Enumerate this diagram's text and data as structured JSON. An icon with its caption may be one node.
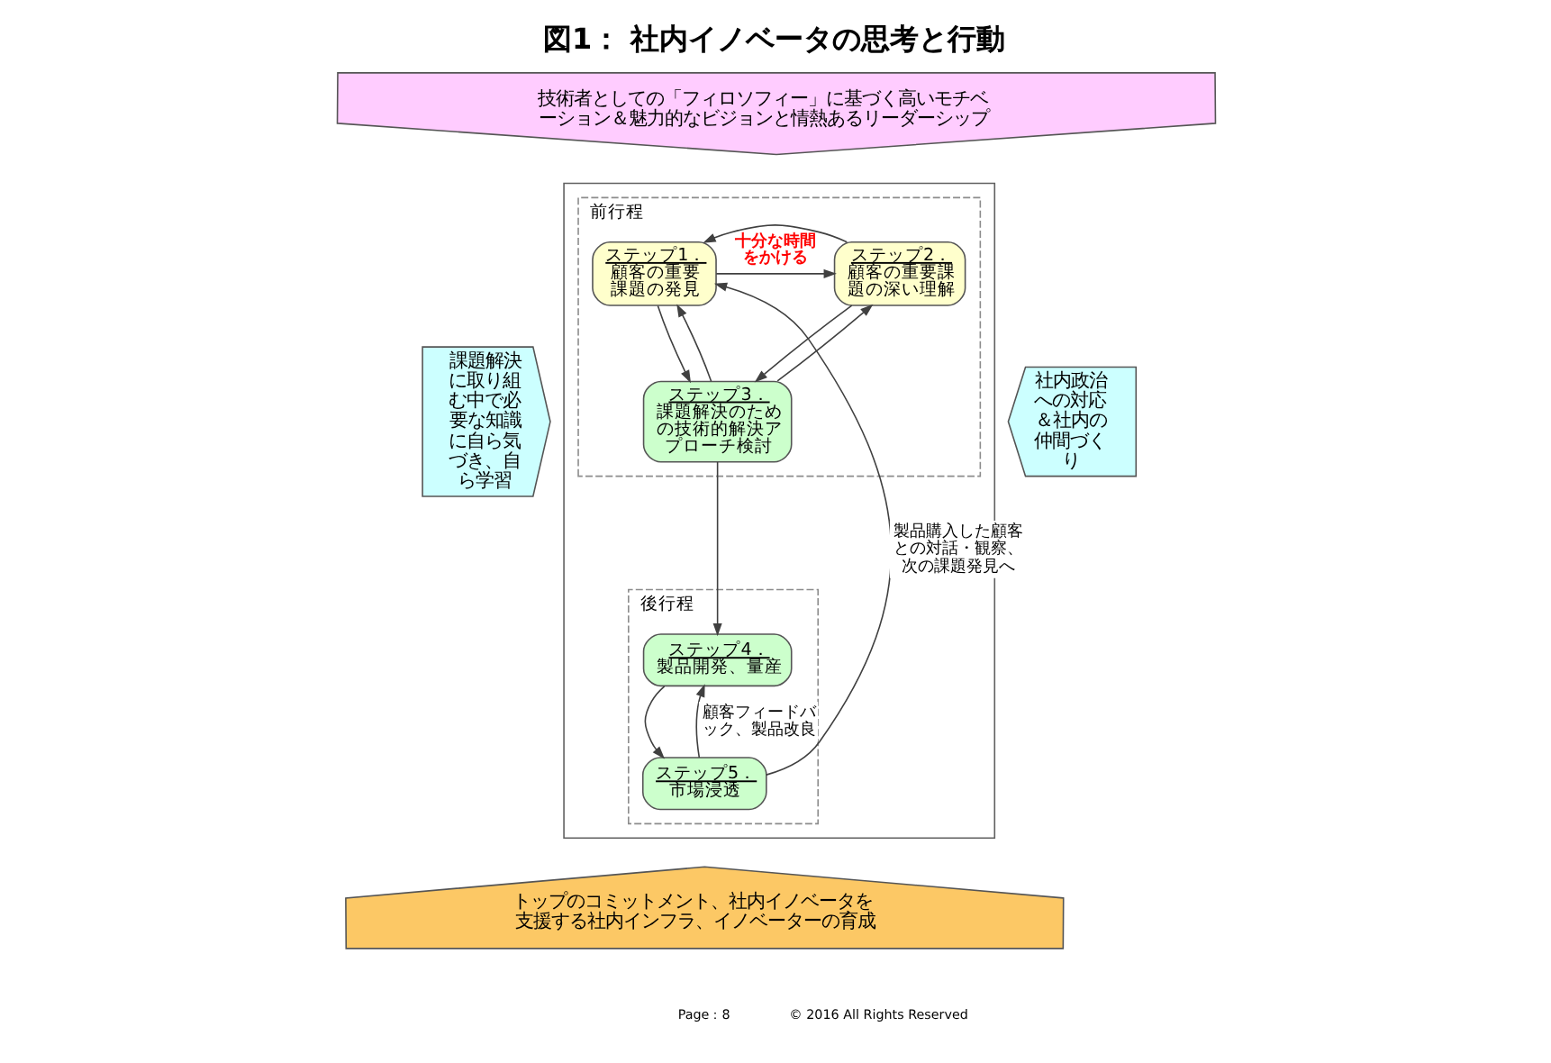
{
  "diagram": {
    "title": "図1： 社内イノベータの思考と行動",
    "nodes": [
      {
        "text": [
          "技術者としての「フィロソフィー」に基づく高いモチベーション＆魅力的なビジョンと情熱あるリーダーシップ"
        ]
      },
      {
        "text": [
          "課題解決に取り組む中で必要な知識に自ら気づき、自ら学習"
        ]
      },
      {
        "text": [
          "社内政治への対応＆社内の仲間づくり"
        ]
      },
      {
        "text": [
          "トップのコミットメント、社内イノベータを支援する社内インフラ、イノベーターの育成"
        ]
      },
      {
        "text": [],
        "shape": "box"
      },
      {
        "text": [
          "前行程"
        ],
        "in": 4
      },
      {
        "text": [
          "ステップ1．",
          "顧客の重要課題の発見"
        ],
        "in": 5
      },
      {
        "text": [
          "ステップ2．",
          "顧客の重要課題の深い理解"
        ],
        "in": 5
      },
      {
        "text": [
          "ステップ3．",
          "課題解決のための技術的解決アプローチ検討"
        ],
        "in": 5
      },
      {
        "text": [
          "後行程"
        ],
        "in": 4
      },
      {
        "text": [
          "ステップ4．",
          "製品開発、量産"
        ],
        "in": 9
      },
      {
        "text": [
          "ステップ5．",
          "市場浸透"
        ],
        "in": 9
      }
    ],
    "edges": [
      {
        "from": 6,
        "to": 7,
        "arrow": "to",
        "label": "十分な時間をかける"
      },
      {
        "from": 7,
        "to": 6,
        "arrow": "to"
      },
      {
        "from": 6,
        "to": 8,
        "arrow": "to"
      },
      {
        "from": 8,
        "to": 6,
        "arrow": "to"
      },
      {
        "from": 7,
        "to": 8,
        "arrow": "to"
      },
      {
        "from": 8,
        "to": 7,
        "arrow": "to"
      },
      {
        "from": 8,
        "to": 10,
        "arrow": "to"
      },
      {
        "from": 10,
        "to": 11,
        "arrow": "to"
      },
      {
        "from": 11,
        "to": 10,
        "arrow": "to",
        "label": "顧客フィードバック、製品改良"
      },
      {
        "from": 11,
        "to": 6,
        "arrow": "to",
        "label": "製品購入した顧客との対話・観察、次の課題発見へ"
      }
    ],
    "labels": [
      "Page：8",
      "© 2016 All Rights Reserved"
    ]
  }
}
